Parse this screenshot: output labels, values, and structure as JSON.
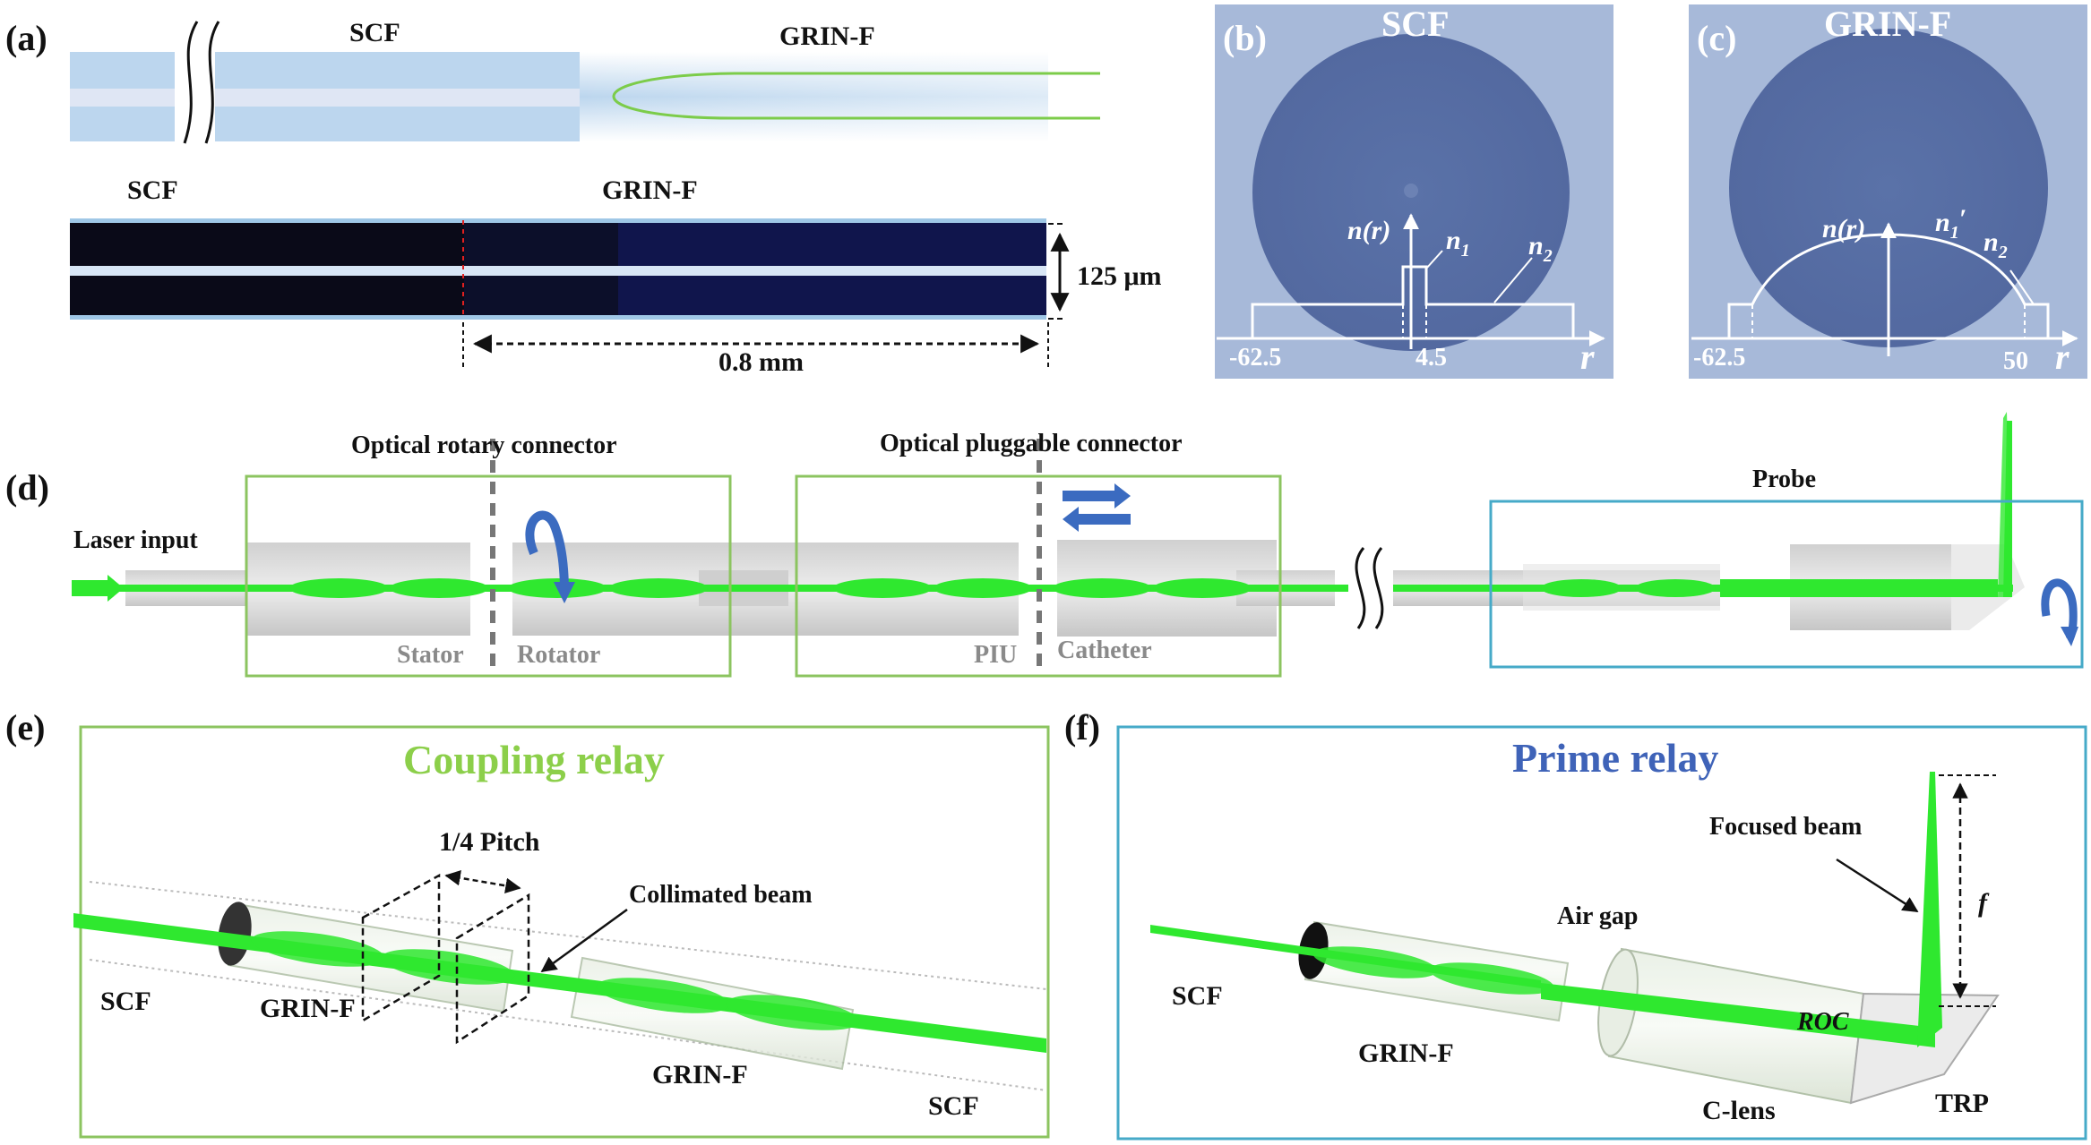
{
  "panels": {
    "a": "(a)",
    "b": "(b)",
    "c": "(c)",
    "d": "(d)",
    "e": "(e)",
    "f": "(f)"
  },
  "a": {
    "scf_top": "SCF",
    "grinf_top": "GRIN-F",
    "scf_mid": "SCF",
    "grinf_mid": "GRIN-F",
    "dim_height": "125 μm",
    "dim_length": "0.8 mm"
  },
  "b": {
    "title": "SCF",
    "nr": "n(r)",
    "n1": "n",
    "n1_sub": "1",
    "n2": "n",
    "n2_sub": "2",
    "tick_left": "-62.5",
    "tick_right": "4.5",
    "axis": "r"
  },
  "c": {
    "title": "GRIN-F",
    "nr": "n(r)",
    "n1": "n",
    "n1_sub": "1",
    "n1_prime": "′",
    "n2": "n",
    "n2_sub": "2",
    "tick_left": "-62.5",
    "tick_right": "50",
    "axis": "r"
  },
  "d": {
    "laser_input": "Laser input",
    "rotary_title": "Optical rotary connector",
    "pluggable_title": "Optical pluggable connector",
    "probe": "Probe",
    "stator": "Stator",
    "rotator": "Rotator",
    "piu": "PIU",
    "catheter": "Catheter"
  },
  "e": {
    "title": "Coupling relay",
    "pitch": "1/4  Pitch",
    "collimated": "Collimated beam",
    "scf_left": "SCF",
    "grinf_left": "GRIN-F",
    "grinf_right": "GRIN-F",
    "scf_right": "SCF"
  },
  "f": {
    "title": "Prime relay",
    "focused": "Focused beam",
    "air_gap": "Air gap",
    "f_label": "f",
    "scf": "SCF",
    "grinf": "GRIN-F",
    "roc": "ROC",
    "clens": "C-lens",
    "trp": "TRP"
  },
  "colors": {
    "green": "#2fe82f",
    "green_frame": "#8cc460",
    "blue_frame": "#46aac8",
    "fiber_blue": "#bcd6ee",
    "photo_blue": "#5d75ab",
    "photo_bg": "#a5b8d8"
  }
}
